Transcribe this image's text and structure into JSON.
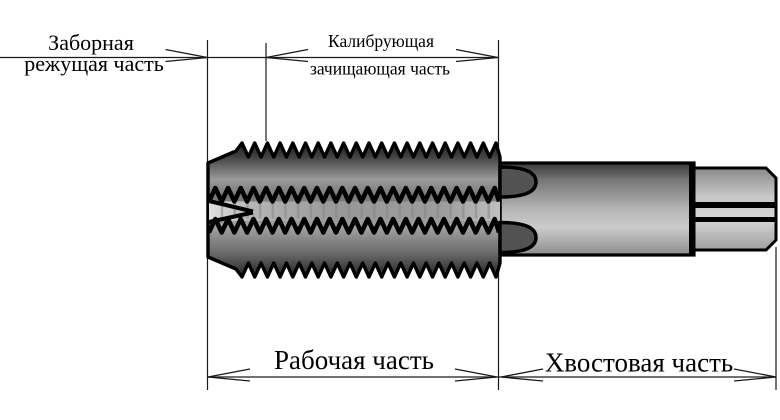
{
  "diagram": {
    "background": "#ffffff",
    "line_color": "#1a1a1a",
    "outline_color": "#000000",
    "metal_colors": {
      "dark": "#262626",
      "mid": "#8f8f8f",
      "light": "#d6d6d6"
    },
    "labels": {
      "lead_cutting": [
        "Заборная",
        "режущая часть"
      ],
      "calibrating": [
        "Калибрующая",
        "зачищающая часть"
      ],
      "working": "Рабочая часть",
      "shank": "Хвостовая часть"
    }
  }
}
